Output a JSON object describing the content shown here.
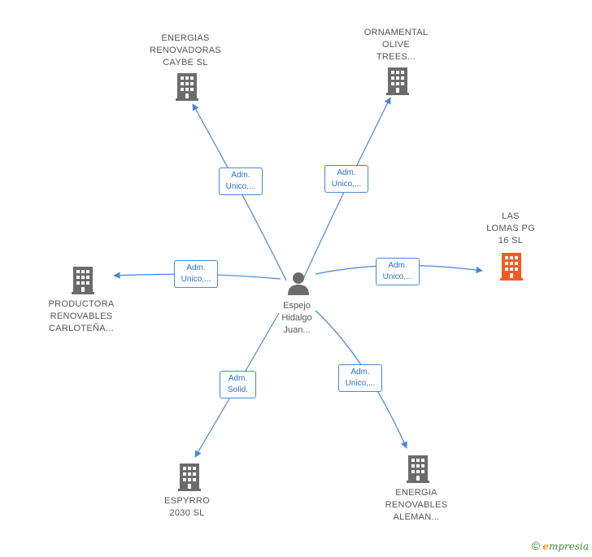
{
  "center": {
    "name": [
      "Espejo",
      "Hidalgo",
      "Juan..."
    ],
    "icon": "person-icon"
  },
  "companies": [
    {
      "id": "energias",
      "lines": [
        "ENERGIAS",
        "RENOVADORAS",
        "CAYBE SL"
      ],
      "color": "#6b6b6b",
      "icon": "building-icon"
    },
    {
      "id": "ornamental",
      "lines": [
        "ORNAMENTAL",
        "OLIVE",
        "TREES..."
      ],
      "color": "#6b6b6b",
      "icon": "building-icon"
    },
    {
      "id": "laslomas",
      "lines": [
        "LAS",
        "LOMAS PG",
        "16  SL"
      ],
      "color": "#f05a24",
      "icon": "building-icon"
    },
    {
      "id": "productora",
      "lines": [
        "PRODUCTORA",
        "RENOVABLES",
        "CARLOTEÑA..."
      ],
      "color": "#6b6b6b",
      "icon": "building-icon"
    },
    {
      "id": "espyrro",
      "lines": [
        "ESPYRRO",
        "2030  SL"
      ],
      "color": "#6b6b6b",
      "icon": "building-icon"
    },
    {
      "id": "aleman",
      "lines": [
        "ENERGIA",
        "RENOVABLES",
        "ALEMAN..."
      ],
      "color": "#6b6b6b",
      "icon": "building-icon"
    }
  ],
  "roles": [
    {
      "lines": [
        "Adm.",
        "Unico,..."
      ]
    },
    {
      "lines": [
        "Adm.",
        "Unico,..."
      ]
    },
    {
      "lines": [
        "Adm.",
        "Unico,..."
      ]
    },
    {
      "lines": [
        "Adm.",
        "Unico,..."
      ]
    },
    {
      "lines": [
        "Adm.",
        "Solid."
      ]
    },
    {
      "lines": [
        "Adm.",
        "Unico,..."
      ]
    }
  ],
  "footer": {
    "copyright": "©",
    "brand_e": "e",
    "brand_rest": "mpresia"
  },
  "colors": {
    "edge": "#4a86d4",
    "building": "#6b6b6b",
    "highlight": "#f05a24"
  }
}
